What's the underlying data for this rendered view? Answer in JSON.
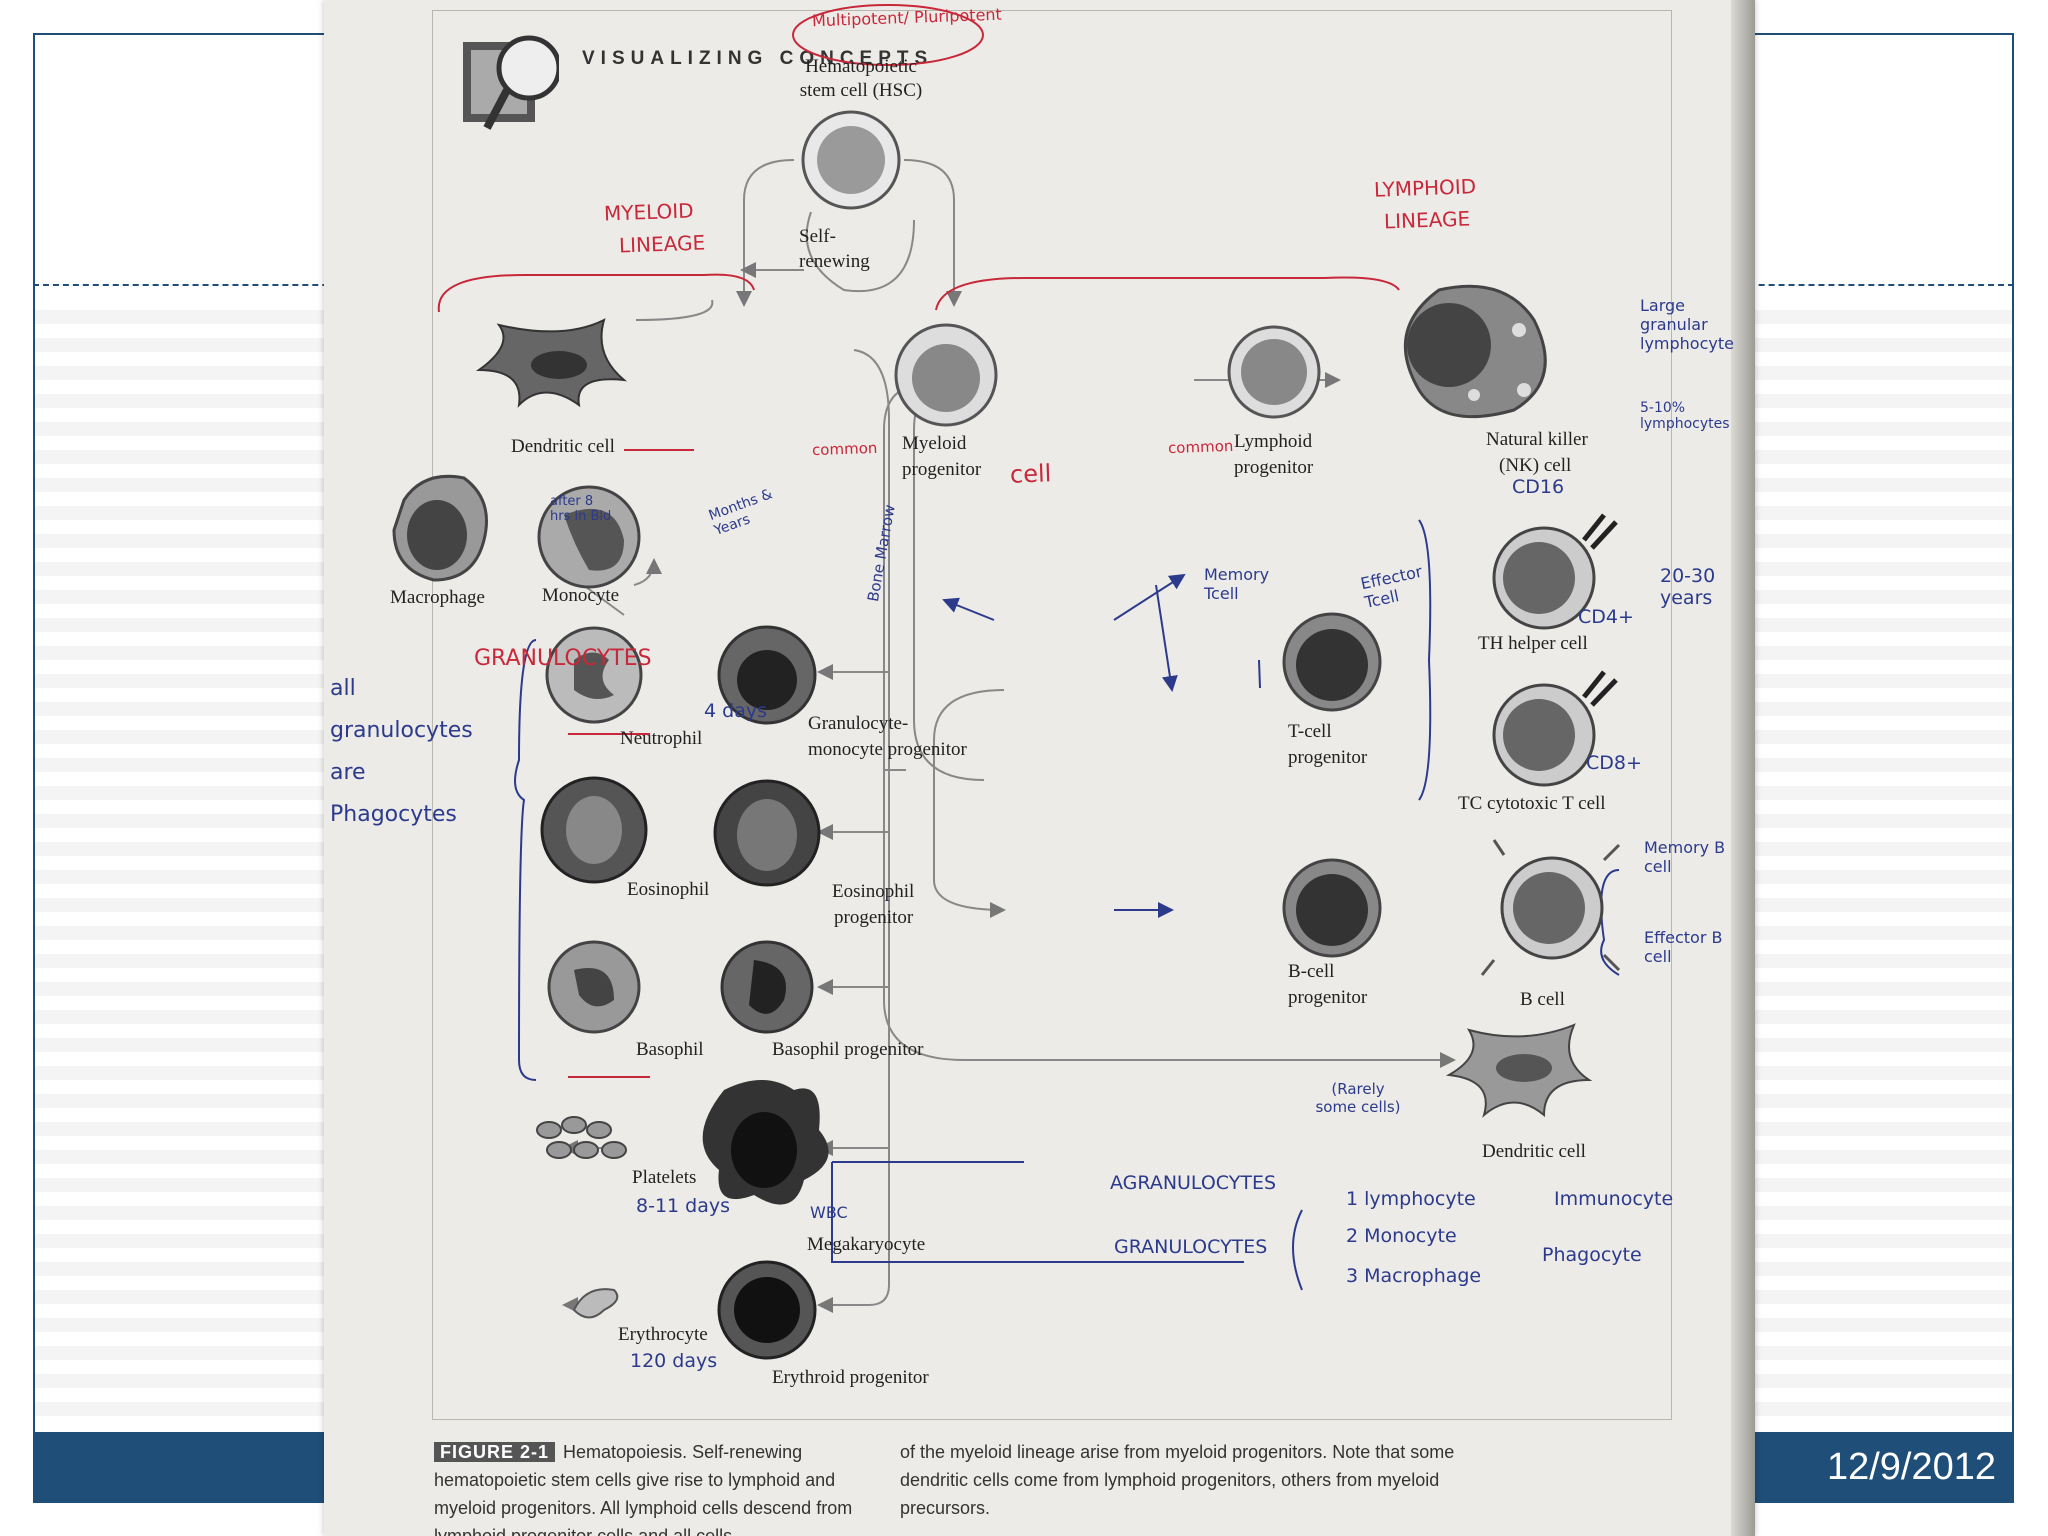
{
  "slide": {
    "date": "12/9/2012"
  },
  "page": {
    "header": "VISUALIZING CONCEPTS",
    "cells": {
      "hsc": "Hematopoietic stem cell (HSC)",
      "self_renewing_1": "Self-",
      "self_renewing_2": "renewing",
      "dendritic_myeloid": "Dendritic cell",
      "myeloid_1": "Myeloid",
      "myeloid_2": "progenitor",
      "lymphoid_1": "Lymphoid",
      "lymphoid_2": "progenitor",
      "nk_1": "Natural killer",
      "nk_2": "(NK) cell",
      "macrophage": "Macrophage",
      "monocyte": "Monocyte",
      "neutrophil": "Neutrophil",
      "gm_1": "Granulocyte-",
      "gm_2": "monocyte progenitor",
      "eosinophil": "Eosinophil",
      "eos_prog_1": "Eosinophil",
      "eos_prog_2": "progenitor",
      "basophil": "Basophil",
      "baso_prog": "Basophil progenitor",
      "platelets": "Platelets",
      "megakaryocyte": "Megakaryocyte",
      "erythrocyte": "Erythrocyte",
      "erythroid": "Erythroid progenitor",
      "th_helper": "TH helper cell",
      "tcell_1": "T-cell",
      "tcell_2": "progenitor",
      "tc_cytotoxic": "TC cytotoxic T cell",
      "bcell_prog_1": "B-cell",
      "bcell_prog_2": "progenitor",
      "bcell": "B cell",
      "dendritic_lymphoid": "Dendritic cell"
    },
    "handwritten": {
      "multipotent": "Multipotent/ Pluripotent",
      "myeloid_lineage_1": "MYELOID",
      "myeloid_lineage_2": "LINEAGE",
      "lymphoid_lineage_1": "LYMPHOID",
      "lymphoid_lineage_2": "LINEAGE",
      "large_granular": "Large granular lymphocyte",
      "nk_percent": "5-10% lymphocytes",
      "cd16": "CD16",
      "rarely": "(Rarely some cells)",
      "all_granulocytes": "all granulocytes are Phagocytes",
      "granulocytes_vertical": "GRANULOCYTES",
      "four_days": "4 days",
      "platelet_days": "8-11 days",
      "rbc_days": "120 days",
      "age_20_30": "20-30 years",
      "cd4": "CD4+",
      "cd8": "CD8+",
      "memory_t": "Memory Tcell",
      "effector_t": "Effector Tcell",
      "memory_b": "Memory B cell",
      "effector_b": "Effector B cell",
      "common_left": "common",
      "common_right": "common",
      "cell": "cell",
      "months": "Months & Years",
      "after_8_hrs": "after 8 hrs in Bld",
      "bone_marrow": "Bone Marrow",
      "wbc": "WBC",
      "agranulocytes": "AGRANULOCYTES",
      "granulocytes": "GRANULOCYTES",
      "item1": "1 lymphocyte",
      "item2": "2 Monocyte",
      "item3": "3 Macrophage",
      "immunocyte": "Immunocyte",
      "phagocyte": "Phagocyte"
    },
    "caption": {
      "tag": "FIGURE 2-1",
      "left": "Hematopoiesis. Self-renewing hematopoietic stem cells give rise to lymphoid and myeloid progenitors. All lymphoid cells descend from lymphoid progenitor cells and all cells",
      "right": "of the myeloid lineage arise from myeloid progenitors. Note that some dendritic cells come from lymphoid progenitors, others from myeloid precursors."
    }
  }
}
